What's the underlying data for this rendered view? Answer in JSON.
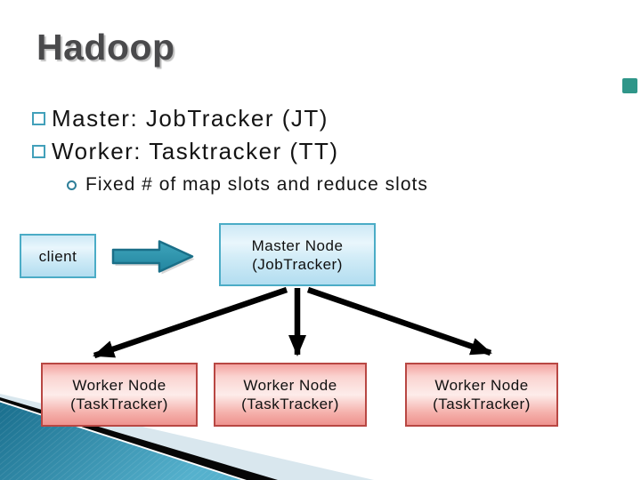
{
  "slide": {
    "title": "Hadoop",
    "bullets": [
      "Master: JobTracker (JT)",
      "Worker: Tasktracker (TT)"
    ],
    "sub_bullet": "Fixed # of map slots and reduce slots",
    "diagram": {
      "client": "client",
      "master": {
        "line1": "Master Node",
        "line2": "(JobTracker)"
      },
      "workers": [
        {
          "line1": "Worker Node",
          "line2": "(TaskTracker)"
        },
        {
          "line1": "Worker Node",
          "line2": "(TaskTracker)"
        },
        {
          "line1": "Worker Node",
          "line2": "(TaskTracker)"
        }
      ]
    },
    "colors": {
      "accent_teal": "#4BACC6",
      "title_gray": "#4A4A4C",
      "blue_box_fill_top": "#CDE9F6",
      "blue_box_fill_bottom": "#B2DDF0",
      "blue_box_border": "#4BACC6",
      "red_box_fill_mid": "#FDECEA",
      "red_box_border": "#B84743",
      "flow_arrow_teal": "#2E95AF",
      "connector_black": "#000000",
      "corner_square_teal": "#2F9689",
      "wedge_teal_dark": "#1E7694",
      "wedge_teal_light": "#52AECB",
      "wedge_pale": "#D9E7EE",
      "wedge_black": "#060606"
    }
  }
}
